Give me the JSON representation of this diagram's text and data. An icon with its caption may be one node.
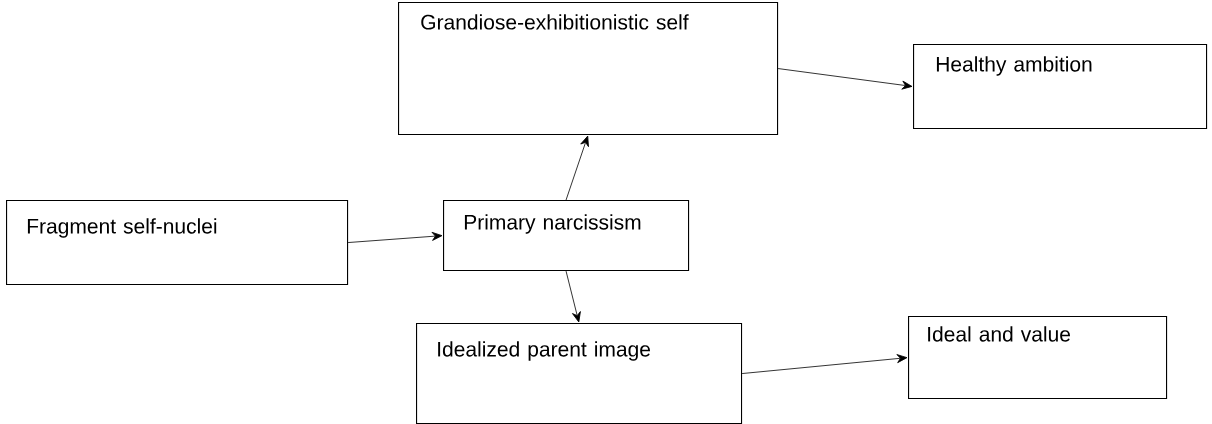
{
  "diagram": {
    "nodes": [
      {
        "text": [
          "Fragment self-nuclei"
        ]
      },
      {
        "text": [
          "Grandiose-exhibitionistic self"
        ]
      },
      {
        "text": [
          "Healthy ambition"
        ]
      },
      {
        "text": [
          "Primary narcissism"
        ]
      },
      {
        "text": [
          "Idealized parent image"
        ]
      },
      {
        "text": [
          "Ideal and value"
        ]
      }
    ],
    "edges": [
      {
        "from": 0,
        "to": 3,
        "arrow": "to"
      },
      {
        "from": 3,
        "to": 1,
        "arrow": "to"
      },
      {
        "from": 1,
        "to": 2,
        "arrow": "to"
      },
      {
        "from": 3,
        "to": 4,
        "arrow": "to"
      },
      {
        "from": 4,
        "to": 5,
        "arrow": "to"
      }
    ]
  }
}
